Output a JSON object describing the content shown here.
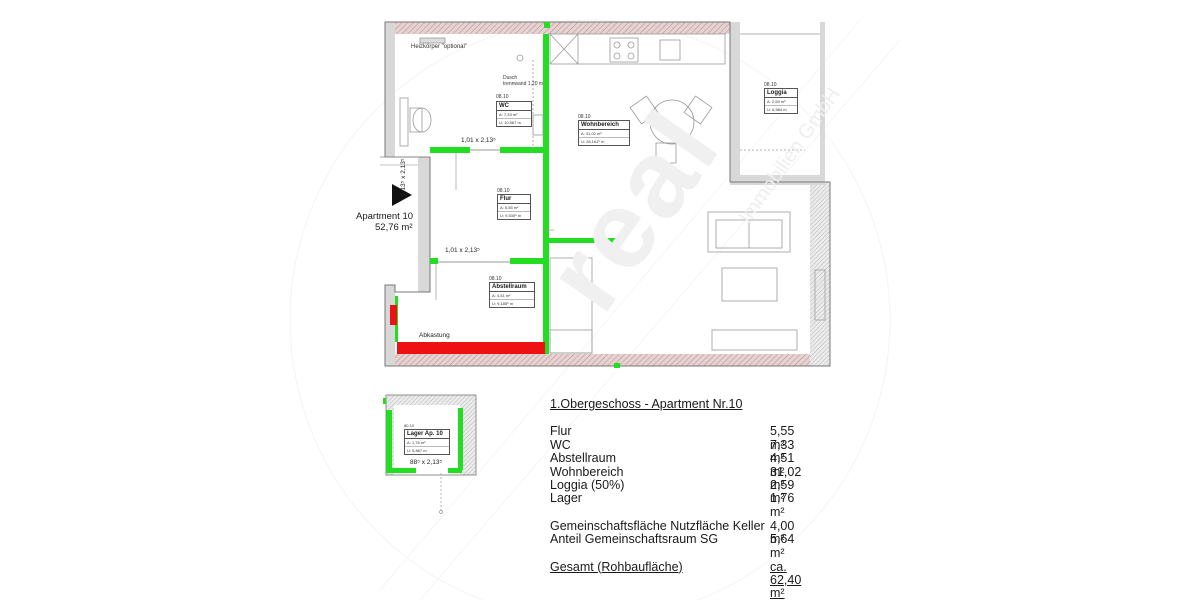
{
  "apartment": {
    "name": "Apartment 10",
    "area": "52,76 m²"
  },
  "plan_labels": {
    "heizkoerper": "Heizkörper \"optional\"",
    "dusche_line1": "Dusch",
    "dusche_line2": "trennwand 1,20 m",
    "door_wc": "1,01 x 2,13⁵",
    "door_flur": "1,01 x 2,13⁵",
    "door_entry": "1,13⁵ x 2,13⁵",
    "abkastung": "Abkastung",
    "lager_door": "88⁵ x 2,13⁵"
  },
  "rooms": {
    "wc": {
      "code": "08.10",
      "name": "WC",
      "a": "A: 7,33 m²",
      "u": "U: 10,967 m"
    },
    "flur": {
      "code": "08.10",
      "name": "Flur",
      "a": "A: 5,55 m²",
      "u": "U: 9,530⁵ m"
    },
    "abstellraum": {
      "code": "08.10",
      "name": "Abstellraum",
      "a": "A: 4,51 m²",
      "u": "U: 9,185⁵ m"
    },
    "wohnbereich": {
      "code": "08.10",
      "name": "Wohnbereich",
      "a": "A: 31,02 m²",
      "u": "U: 28,161⁵ m"
    },
    "loggia": {
      "code": "08.10",
      "name": "Loggia",
      "a": "A: 2,59 m²",
      "u": "U: 6,584 m"
    },
    "lager": {
      "code": "80.10",
      "name": "Lager Ap. 10",
      "a": "A: 1,76 m²",
      "u": "U: 5,867 m"
    }
  },
  "summary": {
    "title": "1.Obergeschoss - Apartment Nr.10",
    "rows": [
      {
        "label": "Flur",
        "value": "5,55 m²"
      },
      {
        "label": "WC",
        "value": "7,33 m²"
      },
      {
        "label": "Abstellraum",
        "value": "4,51 m²"
      },
      {
        "label": "Wohnbereich",
        "value": "31,02 m²"
      },
      {
        "label": "Loggia (50%)",
        "value": "2,59 m²"
      },
      {
        "label": "Lager",
        "value": "1,76 m²"
      }
    ],
    "extra_rows": [
      {
        "label": "Gemeinschaftsfläche Nutzfläche Keller",
        "value": "4,00 m²"
      },
      {
        "label": "Anteil Gemeinschaftsraum SG",
        "value": "5,64 m²"
      }
    ],
    "total": {
      "label": "Gesamt (Rohbaufläche)",
      "value": "ca. 62,40 m²"
    }
  },
  "watermark": {
    "text": "real",
    "subtext": "Immobilien GmbH"
  },
  "colors": {
    "wall_hatch": "#c9a6a6",
    "new_wall": "#22dd22",
    "removed_wall": "#ee1111",
    "wall_gray": "#999999"
  }
}
